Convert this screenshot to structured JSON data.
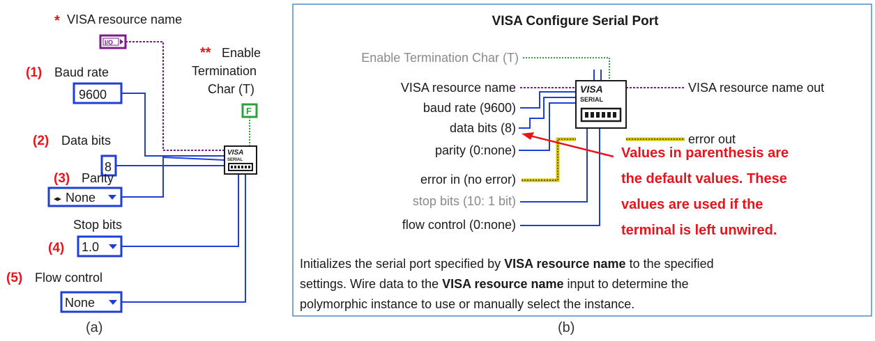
{
  "panel_a": {
    "star1": "*",
    "visa_label": "VISA resource name",
    "io_label": "I/O",
    "star2": "**",
    "enable_label_line1": "Enable",
    "enable_label_line2": "Termination",
    "enable_label_line3": "Char (T)",
    "enable_const": "F",
    "num1": "(1)",
    "baud_label": "Baud rate",
    "baud_value": "9600",
    "num2": "(2)",
    "databits_label": "Data bits",
    "databits_value": "8",
    "num3": "(3)",
    "parity_label": "Parity",
    "parity_value": "None",
    "stop_label": "Stop bits",
    "num4": "(4)",
    "stop_value": "1.0",
    "num5": "(5)",
    "flow_label": "Flow control",
    "flow_value": "None",
    "node_text_1": "VISA",
    "node_text_2": "SERIAL",
    "caption": "(a)"
  },
  "panel_b": {
    "title": "VISA Configure Serial Port",
    "term_enable": "Enable Termination Char (T)",
    "term_visa": "VISA resource name",
    "term_baud": "baud rate (9600)",
    "term_databits": "data bits (8)",
    "term_parity": "parity (0:none)",
    "term_errin": "error in (no error)",
    "term_stop": "stop bits (10: 1 bit)",
    "term_flow": "flow control (0:none)",
    "out_visa": "VISA resource name out",
    "out_error": "error out",
    "note_lines": [
      "Values in parenthesis are",
      "the default values. These",
      "values are used if the",
      "terminal is left unwired."
    ],
    "desc_line1_a": "Initializes the serial port specified by ",
    "desc_line1_b": "VISA resource name",
    "desc_line1_c": " to the specified",
    "desc_line2_a": "settings. Wire data to the ",
    "desc_line2_b": "VISA resource name",
    "desc_line2_c": " input to determine the",
    "desc_line3": "polymorphic instance to use or manually select the instance.",
    "caption": "(b)"
  },
  "colors": {
    "annotation_red": "#e8141c",
    "wire_blue": "#1f3ed6",
    "wire_purple": "#7a1d8a",
    "wire_green": "#2aa33a",
    "error_wire_yellow": "#d8c400",
    "panel_border": "#4a8cc9"
  }
}
